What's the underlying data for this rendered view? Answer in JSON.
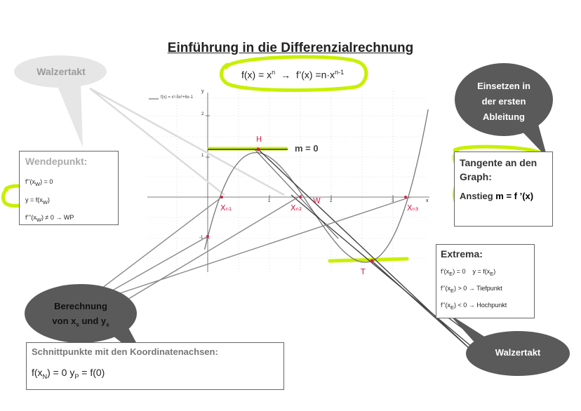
{
  "title": "Einführung in die Differenzialrechnung",
  "formula": {
    "left": "f(x) = x",
    "left_sup": "n",
    "arrow": "→",
    "right": "f’(x) =n·x",
    "right_sup": "n-1"
  },
  "bubbles": {
    "top_left": "Walzertakt",
    "top_right": [
      "Einsetzen in",
      "der ersten",
      "Ableitung"
    ],
    "bottom_left_line1": "Berechnung",
    "bottom_left_line2_pre": "von x",
    "bottom_left_line2_sub1": "s",
    "bottom_left_line2_mid": " und y",
    "bottom_left_line2_sub2": "s",
    "bottom_right": "Walzertakt"
  },
  "wendepunkt": {
    "heading": "Wendepunkt:",
    "line1_pre": "f’’(x",
    "line1_sub": "W",
    "line1_post": ") = 0",
    "line2_pre": "y = f(x",
    "line2_sub": "W",
    "line2_post": ")",
    "line3_pre": "f’’’(x",
    "line3_sub": "W",
    "line3_post": ") ≠ 0 → WP"
  },
  "tangente": {
    "heading1": "Tangente an den",
    "heading2": "Graph:",
    "line_pre": "Anstieg ",
    "line_bold": "m = f ’(x)"
  },
  "extrema": {
    "heading": "Extrema:",
    "line1_pre": "f’(x",
    "line1_sub": "E",
    "line1_post": ") = 0",
    "line1_extra_pre": "y = f(x",
    "line1_extra_sub": "E",
    "line1_extra_post": ")",
    "line2_pre": "f’’(x",
    "line2_sub": "E",
    "line2_post": ") > 0 → Tiefpunkt",
    "line3_pre": "f’’(x",
    "line3_sub": "E",
    "line3_post": ") < 0 → Hochpunkt"
  },
  "schnitt": {
    "heading": "Schnittpunkte mit den Koordinatenachsen:",
    "line_pre": "f(x",
    "line_sub1": "N",
    "line_mid": ") = 0  y",
    "line_sub2": "P",
    "line_post": " = f(0)"
  },
  "graph": {
    "legend": "f(x) = x³-5x²+6x-1",
    "tick_x": [
      "1",
      "2",
      "3"
    ],
    "tick_y_pos": [
      "1",
      "2"
    ],
    "tick_y_neg": [
      "-1"
    ],
    "axis_x": "x",
    "axis_y": "y",
    "m_label": "m = 0"
  },
  "handwriting": {
    "H": "H",
    "W": "W",
    "T": "T",
    "xn1": "Xₙ₁",
    "xn2": "Xₙ₂",
    "xn3": "Xₙ₃"
  },
  "colors": {
    "highlight": "#c8f000",
    "bubble_dark": "#5a5a5a",
    "bubble_light": "#e6e6e6",
    "red": "#d0204a"
  }
}
